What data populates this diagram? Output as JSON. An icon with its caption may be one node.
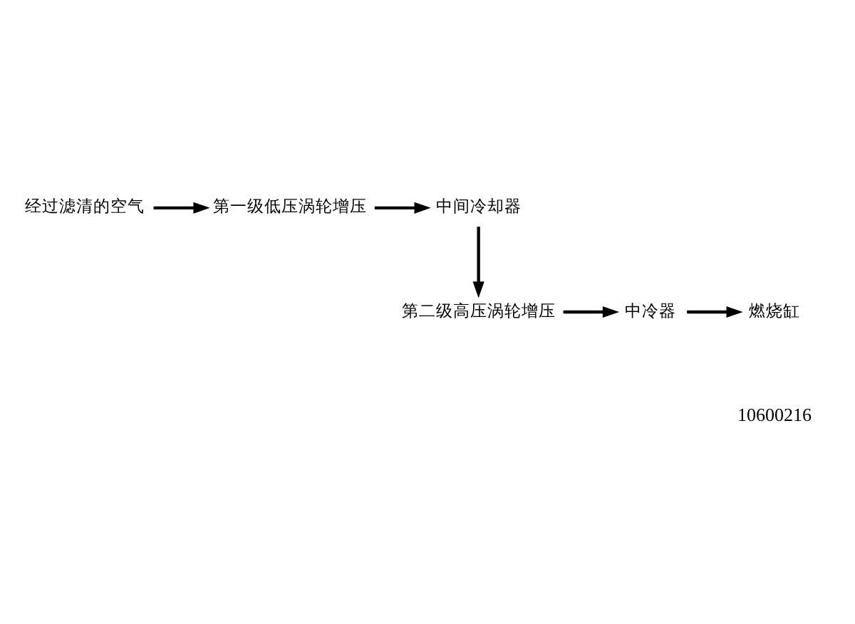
{
  "diagram": {
    "nodes": [
      {
        "text": [
          "经过滤清的空气"
        ]
      },
      {
        "text": [
          "第一级低压涡轮增压"
        ]
      },
      {
        "text": [
          "中间冷却器"
        ]
      },
      {
        "text": [
          "第二级高压涡轮增压"
        ]
      },
      {
        "text": [
          "中冷器"
        ]
      },
      {
        "text": [
          "燃烧缸"
        ]
      }
    ],
    "edges": [
      {
        "from": 0,
        "to": 1,
        "arrow": "to"
      },
      {
        "from": 1,
        "to": 2,
        "arrow": "to"
      },
      {
        "from": 2,
        "to": 3,
        "arrow": "to"
      },
      {
        "from": 3,
        "to": 4,
        "arrow": "to"
      },
      {
        "from": 4,
        "to": 5,
        "arrow": "to"
      }
    ],
    "labels": [
      "10600216"
    ]
  }
}
